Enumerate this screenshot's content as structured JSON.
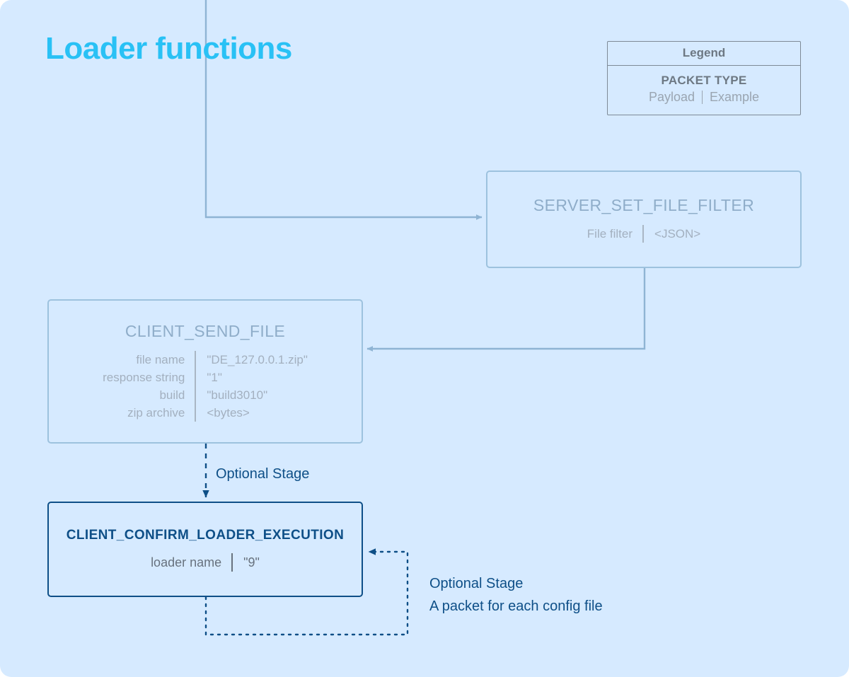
{
  "page": {
    "title": "Loader functions",
    "background_color": "#d6eaff",
    "title_color": "#29c1f5",
    "muted_color": "#8fadc9",
    "active_color": "#0e4f87"
  },
  "legend": {
    "header": "Legend",
    "packet_type_label": "PACKET TYPE",
    "payload_label": "Payload",
    "separator": "|",
    "example_label": "Example"
  },
  "packets": [
    {
      "id": "server_set_file_filter",
      "title": "SERVER_SET_FILE_FILTER",
      "state": "muted",
      "fields": [
        {
          "key": "File filter",
          "value": "<JSON>"
        }
      ]
    },
    {
      "id": "client_send_file",
      "title": "CLIENT_SEND_FILE",
      "state": "muted",
      "fields": [
        {
          "key": "file name",
          "value": "\"DE_127.0.0.1.zip\""
        },
        {
          "key": "response string",
          "value": "\"1\""
        },
        {
          "key": "build",
          "value": "\"build3010\""
        },
        {
          "key": "zip archive",
          "value": "<bytes>"
        }
      ]
    },
    {
      "id": "client_confirm_loader_execution",
      "title": "CLIENT_CONFIRM_LOADER_EXECUTION",
      "state": "active",
      "fields": [
        {
          "key": "loader name",
          "value": "\"9\""
        }
      ]
    }
  ],
  "annotations": {
    "optional_stage_1": "Optional Stage",
    "optional_stage_2_line1": "Optional Stage",
    "optional_stage_2_line2": "A packet for each config file"
  }
}
